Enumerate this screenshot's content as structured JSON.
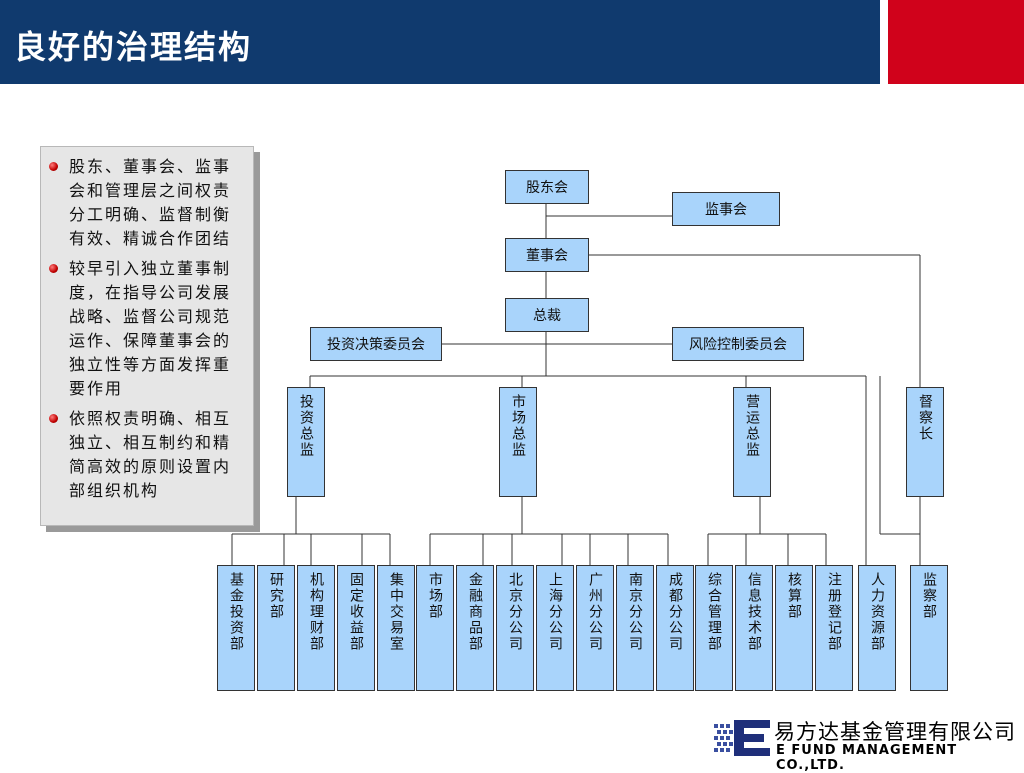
{
  "title": "良好的治理结构",
  "bullets": [
    "股东、董事会、监事会和管理层之间权责分工明确、监督制衡有效、精诚合作团结",
    "较早引入独立董事制度，在指导公司发展战略、监督公司规范运作、保障董事会的独立性等方面发挥重要作用",
    "依照权责明确、相互独立、相互制约和精简高效的原则设置内部组织机构"
  ],
  "org": {
    "shareholders": "股东会",
    "supervisors": "监事会",
    "board": "董事会",
    "president": "总裁",
    "invest_committee": "投资决策委员会",
    "risk_committee": "风险控制委员会",
    "cio": "投资总监",
    "cmo": "市场总监",
    "coo": "营运总监",
    "inspector": "督察长",
    "departments": [
      "基金投资部",
      "研究部",
      "机构理财部",
      "固定收益部",
      "集中交易室",
      "市场部",
      "金融商品部",
      "北京分公司",
      "上海分公司",
      "广州分公司",
      "南京分公司",
      "成都分公司",
      "综合管理部",
      "信息技术部",
      "核算部",
      "注册登记部",
      "人力资源部",
      "监察部"
    ]
  },
  "logo": {
    "cn": "易方达基金管理有限公司",
    "en": "E FUND MANAGEMENT CO.,LTD."
  },
  "colors": {
    "header": "#103a6e",
    "accent": "#d0021b",
    "box": "#a9d4fb"
  }
}
